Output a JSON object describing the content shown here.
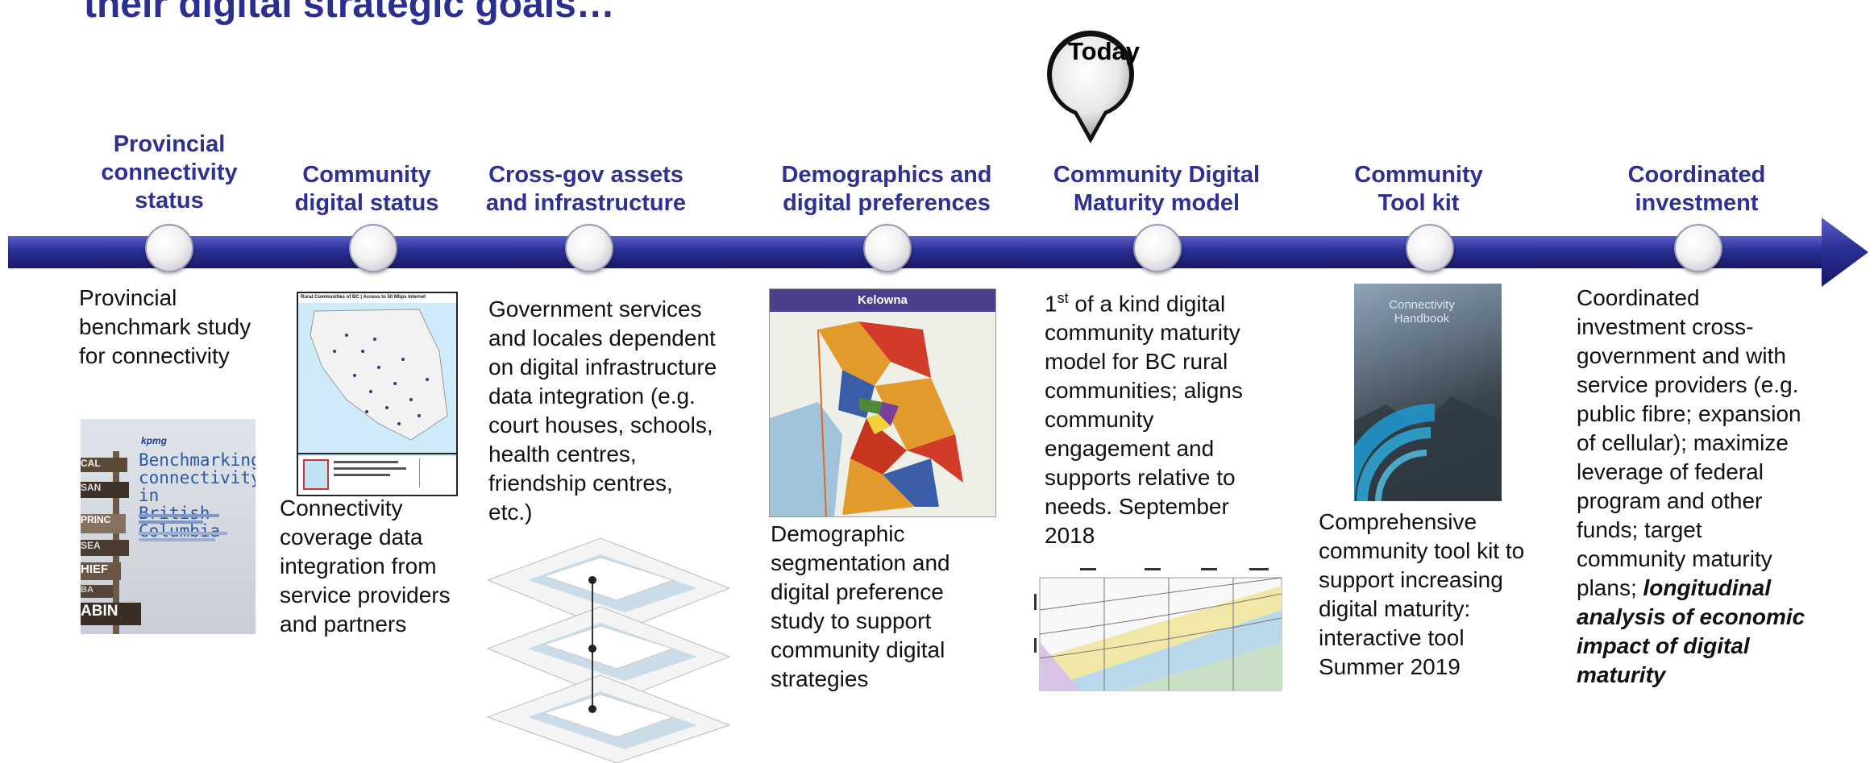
{
  "title": "their digital strategic goals…",
  "today_label": "Today",
  "stages": [
    {
      "title": "Provincial\nconnectivity\nstatus",
      "desc": "Provincial\nbenchmark study\nfor connectivity"
    },
    {
      "title": "Community\ndigital status",
      "desc": "Connectivity\ncoverage data\nintegration from\nservice providers\nand partners"
    },
    {
      "title": "Cross-gov assets\nand infrastructure",
      "desc": "Government services\nand locales dependent\non digital infrastructure\ndata integration (e.g.\ncourt houses, schools,\nhealth centres,\nfriendship centres,\netc.)"
    },
    {
      "title": "Demographics and\ndigital preferences",
      "desc": "Demographic\nsegmentation and\ndigital preference\nstudy to support\ncommunity digital\nstrategies"
    },
    {
      "title": "Community Digital\nMaturity model",
      "desc_sup_base": "1",
      "desc_sup": "st",
      "desc": " of a kind digital\ncommunity maturity\nmodel for BC rural\ncommunities; aligns\ncommunity\nengagement and\nsupports relative to\nneeds. September\n2018"
    },
    {
      "title": "Community\nTool kit",
      "desc": "Comprehensive\ncommunity tool kit to\nsupport increasing\ndigital maturity:\ninteractive tool\nSummer 2019"
    },
    {
      "title": "Coordinated\ninvestment",
      "desc": "Coordinated\ninvestment cross-\ngovernment and with\nservice providers (e.g.\npublic fibre; expansion\nof cellular); maximize\nleverage of federal\nprogram and other\nfunds; target\ncommunity maturity\nplans; ",
      "desc_emph": "longitudinal\nanalysis of economic\nimpact of digital\nmaturity"
    }
  ],
  "thumbs": {
    "benchmark_brand": "kpmg",
    "benchmark_title": "Benchmarking\nconnectivity in\nBritish Columbia",
    "signs": [
      "CAL",
      "SAN",
      "PRINC",
      "SEA",
      "HIEF",
      "BA",
      "ABIN"
    ],
    "map_title": "Rural Communities of BC | Access to 50 Mbps Internet",
    "kelowna": "Kelowna",
    "handbook": "Connectivity\nHandbook"
  },
  "colors": {
    "title": "#2b2f8f",
    "stage": "#2e3192",
    "arrow": "#2b2f94"
  }
}
